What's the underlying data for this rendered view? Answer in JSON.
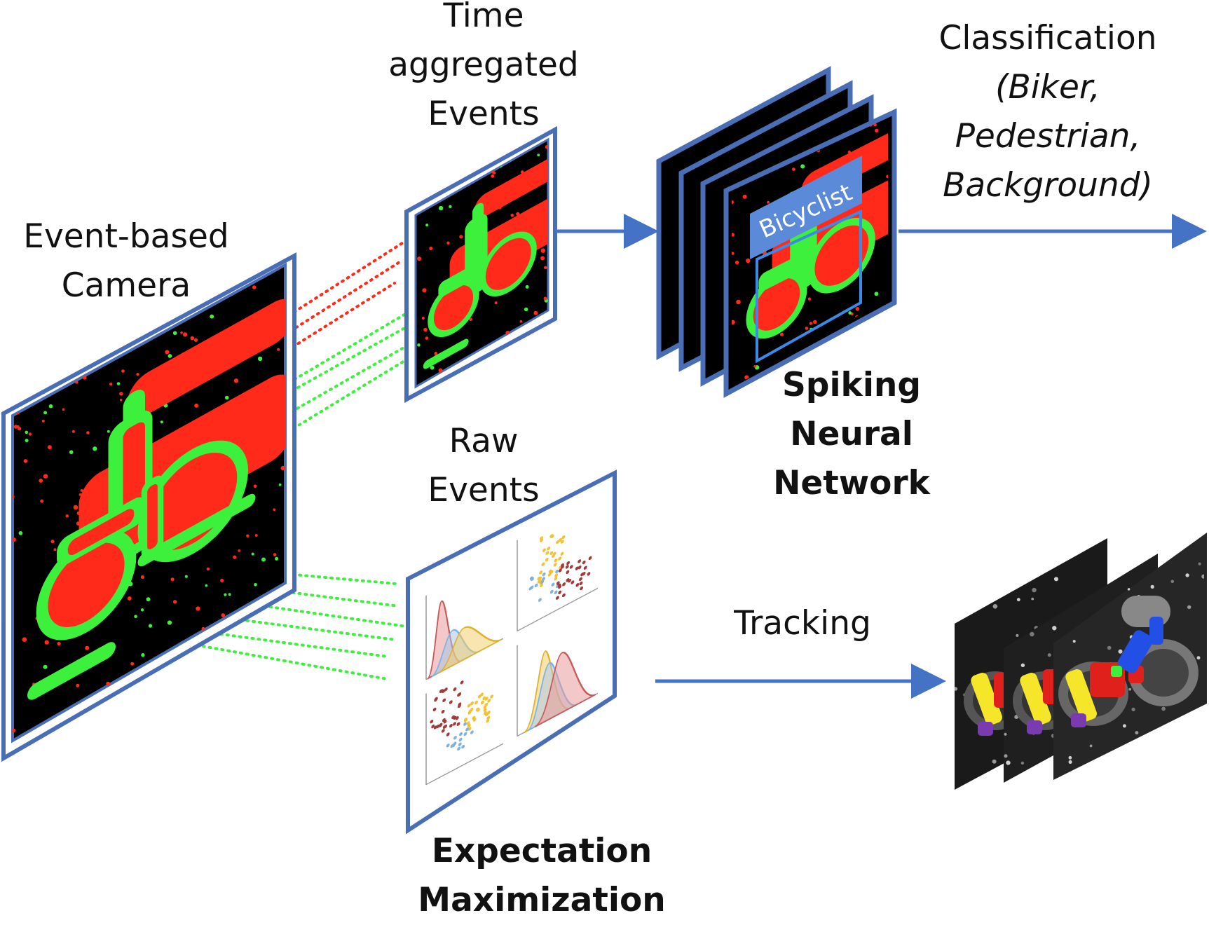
{
  "labels": {
    "camera": [
      "Event-based",
      "Camera"
    ],
    "time_aggregated": [
      "Time",
      "aggregated",
      "Events"
    ],
    "raw_events": [
      "Raw",
      "Events"
    ],
    "classification_title": "Classification",
    "classification_classes": [
      "(Biker,",
      "Pedestrian,",
      "Background)"
    ],
    "snn": [
      "Spiking",
      "Neural",
      "Network"
    ],
    "em": [
      "Expectation",
      "Maximization"
    ],
    "tracking": "Tracking",
    "detection_box": "Bicyclist"
  },
  "colors": {
    "frame_border": "#4a6eb5",
    "arrow": "#4472c4",
    "event_positive": "#ff2a1a",
    "event_negative": "#3cf03c",
    "background": "#000000",
    "detection_box": "#5b8ad8",
    "em_gold": "#f2c232",
    "em_blue": "#7fb2e0",
    "em_maroon": "#a33a3a",
    "track_yellow": "#f5e62a",
    "track_red": "#e0201a",
    "track_blue": "#2250e6",
    "track_purple": "#7a3ab0"
  }
}
